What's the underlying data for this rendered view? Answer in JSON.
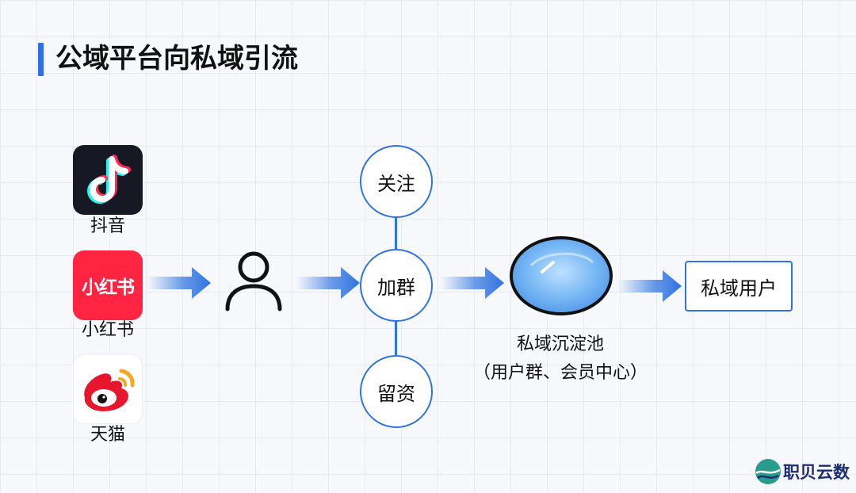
{
  "title": "公域平台向私域引流",
  "platforms": [
    {
      "label": "抖音",
      "icon": "douyin-logo-icon"
    },
    {
      "label": "小红书",
      "icon": "xiaohongshu-logo-icon",
      "logo_text": "小红书"
    },
    {
      "label": "天猫",
      "icon": "weibo-logo-icon"
    }
  ],
  "user_icon": "person-icon",
  "actions": [
    "关注",
    "加群",
    "留资"
  ],
  "pool": {
    "label": "私域沉淀池",
    "sublabel": "（用户群、会员中心）"
  },
  "result": "私域用户",
  "brand": {
    "name": "职贝云数"
  },
  "colors": {
    "accent": "#2f73e0",
    "title_bar": "#2f6fe8",
    "pool_fill": "#6aaef0",
    "xiaohongshu_red": "#ff2442",
    "weibo_red": "#e6162d",
    "douyin_bg": "#161823"
  }
}
